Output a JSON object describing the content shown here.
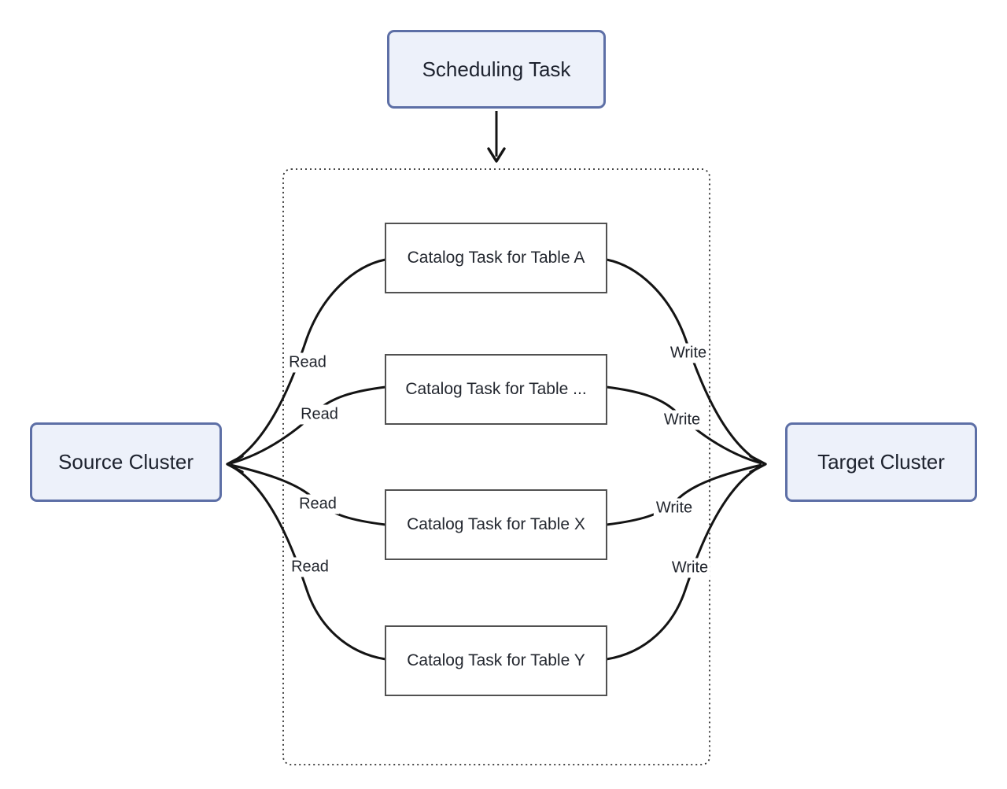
{
  "diagram": {
    "nodes": {
      "scheduling_task": "Scheduling Task",
      "source_cluster": "Source Cluster",
      "target_cluster": "Target Cluster",
      "catalog_tasks": [
        "Catalog Task for Table A",
        "Catalog Task for Table ...",
        "Catalog Task for Table X",
        "Catalog Task for Table Y"
      ]
    },
    "read_labels": [
      "Read",
      "Read",
      "Read",
      "Read"
    ],
    "write_labels": [
      "Write",
      "Write",
      "Write",
      "Write"
    ],
    "colors": {
      "cluster_node_fill": "#edf1fa",
      "cluster_node_border": "#5d6fa6",
      "task_node_fill": "#ffffff",
      "task_node_border": "#515151",
      "edge": "#141414",
      "text": "#1d222e"
    }
  }
}
